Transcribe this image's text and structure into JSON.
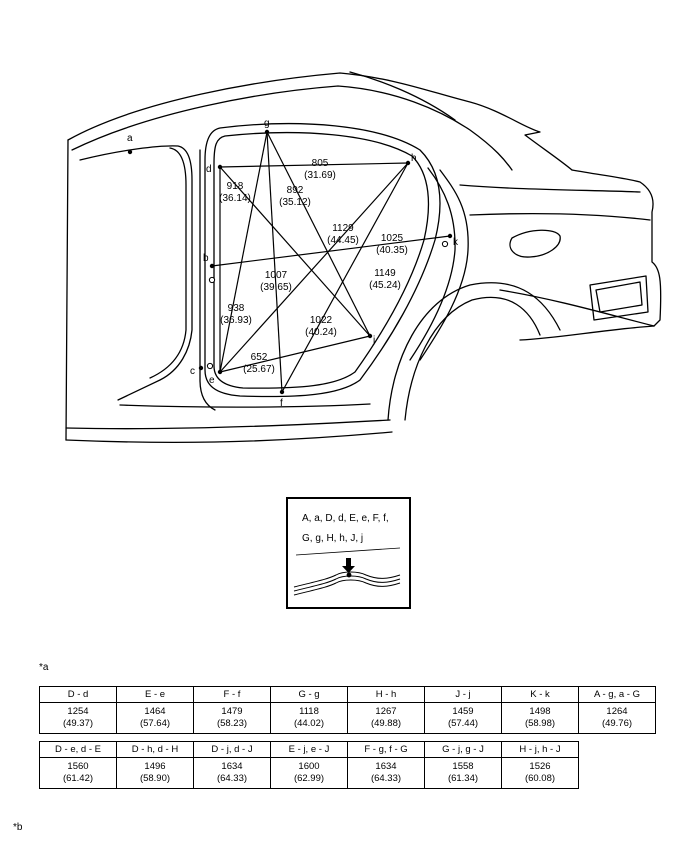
{
  "diagram": {
    "points": {
      "a": "a",
      "b": "b",
      "c": "c",
      "d": "d",
      "e": "e",
      "f": "f",
      "g": "g",
      "h": "h",
      "j": "j",
      "k": "k"
    },
    "dimensions": [
      {
        "mm": "805",
        "in": "(31.69)"
      },
      {
        "mm": "918",
        "in": "(36.14)"
      },
      {
        "mm": "892",
        "in": "(35.12)"
      },
      {
        "mm": "1129",
        "in": "(44.45)"
      },
      {
        "mm": "1025",
        "in": "(40.35)"
      },
      {
        "mm": "1007",
        "in": "(39.65)"
      },
      {
        "mm": "1149",
        "in": "(45.24)"
      },
      {
        "mm": "938",
        "in": "(36.93)"
      },
      {
        "mm": "1022",
        "in": "(40.24)"
      },
      {
        "mm": "652",
        "in": "(25.67)"
      }
    ]
  },
  "inset": {
    "line1": "A, a, D, d, E, e, F, f,",
    "line2": "G, g, H, h, J, j"
  },
  "captions": {
    "a": "*a",
    "b": "*b"
  },
  "table1": [
    {
      "label": "D - d",
      "mm": "1254",
      "in": "(49.37)"
    },
    {
      "label": "E - e",
      "mm": "1464",
      "in": "(57.64)"
    },
    {
      "label": "F - f",
      "mm": "1479",
      "in": "(58.23)"
    },
    {
      "label": "G - g",
      "mm": "1118",
      "in": "(44.02)"
    },
    {
      "label": "H - h",
      "mm": "1267",
      "in": "(49.88)"
    },
    {
      "label": "J - j",
      "mm": "1459",
      "in": "(57.44)"
    },
    {
      "label": "K - k",
      "mm": "1498",
      "in": "(58.98)"
    },
    {
      "label": "A - g, a - G",
      "mm": "1264",
      "in": "(49.76)"
    }
  ],
  "table2": [
    {
      "label": "D - e, d - E",
      "mm": "1560",
      "in": "(61.42)"
    },
    {
      "label": "D - h, d - H",
      "mm": "1496",
      "in": "(58.90)"
    },
    {
      "label": "D - j, d - J",
      "mm": "1634",
      "in": "(64.33)"
    },
    {
      "label": "E - j, e - J",
      "mm": "1600",
      "in": "(62.99)"
    },
    {
      "label": "F - g, f - G",
      "mm": "1634",
      "in": "(64.33)"
    },
    {
      "label": "G - j, g - J",
      "mm": "1558",
      "in": "(61.34)"
    },
    {
      "label": "H - j, h - J",
      "mm": "1526",
      "in": "(60.08)"
    }
  ]
}
